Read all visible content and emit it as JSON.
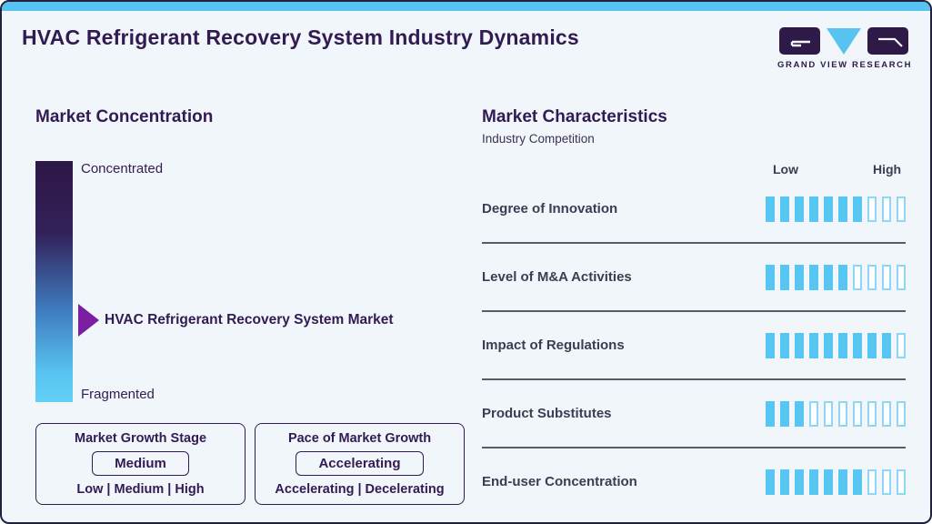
{
  "page": {
    "title": "HVAC Refrigerant Recovery System Industry Dynamics"
  },
  "logo": {
    "text": "GRAND VIEW RESEARCH"
  },
  "colors": {
    "accent_blue": "#58c3f0",
    "brand_purple": "#2e1a47",
    "arrow_purple": "#7b1fa2",
    "heading_purple": "#321b52",
    "segment_filled": "#58c6f2",
    "segment_empty_border": "#8ed7f4",
    "background": "#f1f6fb"
  },
  "market_concentration": {
    "heading": "Market Concentration",
    "top_label": "Concentrated",
    "bottom_label": "Fragmented",
    "pointer_label": "HVAC Refrigerant Recovery System Market"
  },
  "growth_stage_box": {
    "title": "Market Growth Stage",
    "selected": "Medium",
    "options": "Low | Medium | High"
  },
  "pace_box": {
    "title": "Pace of Market Growth",
    "selected": "Accelerating",
    "options": "Accelerating | Decelerating"
  },
  "market_characteristics": {
    "heading": "Market Characteristics",
    "subheading": "Industry Competition",
    "scale_low": "Low",
    "scale_high": "High",
    "rows": [
      {
        "label": "Degree of Innovation",
        "filled": 7,
        "total": 10
      },
      {
        "label": "Level of M&A Activities",
        "filled": 6,
        "total": 10
      },
      {
        "label": "Impact of Regulations",
        "filled": 9,
        "total": 10
      },
      {
        "label": "Product Substitutes",
        "filled": 3,
        "total": 10
      },
      {
        "label": "End-user Concentration",
        "filled": 7,
        "total": 10
      }
    ]
  },
  "chart_data": {
    "type": "bar",
    "title": "Market Characteristics — Industry Competition",
    "categories": [
      "Degree of Innovation",
      "Level of M&A Activities",
      "Impact of Regulations",
      "Product Substitutes",
      "End-user Concentration"
    ],
    "values": [
      7,
      6,
      9,
      3,
      7
    ],
    "xlabel": "",
    "ylabel": "Rating on Low–High scale (filled segments of 10)",
    "ylim": [
      0,
      10
    ],
    "legend_position": "none",
    "grid": false,
    "annotations": [
      "Market Concentration scale: Concentrated (top) to Fragmented (bottom); pointer marks HVAC Refrigerant Recovery System Market near lower-middle",
      "Market Growth Stage: Medium (options Low | Medium | High)",
      "Pace of Market Growth: Accelerating (options Accelerating | Decelerating)"
    ]
  }
}
